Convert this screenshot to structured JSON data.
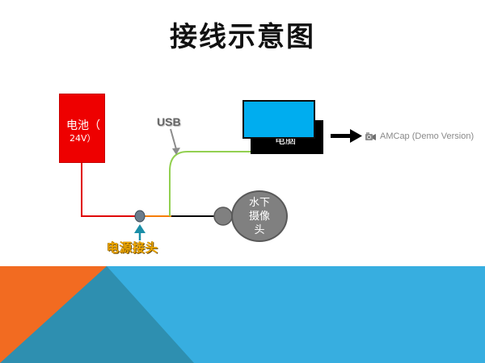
{
  "slide": {
    "title": "接线示意图",
    "battery": {
      "line1": "电池（",
      "line2": "24V）"
    },
    "usb_label": "USB",
    "computer_label": "电脑",
    "software": {
      "icon": "webcam-icon",
      "label": "AMCap (Demo Version)"
    },
    "camera": {
      "line1": "水下",
      "line2": "摄像",
      "line3": "头"
    },
    "power_connector_label": "电源接头"
  },
  "colors": {
    "battery": "#ee0000",
    "power_wire": "#e00000",
    "usb_wire": "#92d050",
    "black_wire": "#000000",
    "computer_screen": "#00adef",
    "camera": "#808080",
    "connector": "#6b7c8c",
    "connector_arrow": "#1a8ea8",
    "power_label": "#f2a900",
    "band_blue": "#37aee0",
    "band_teal": "#2e8fb0",
    "band_orange": "#f26b21"
  }
}
